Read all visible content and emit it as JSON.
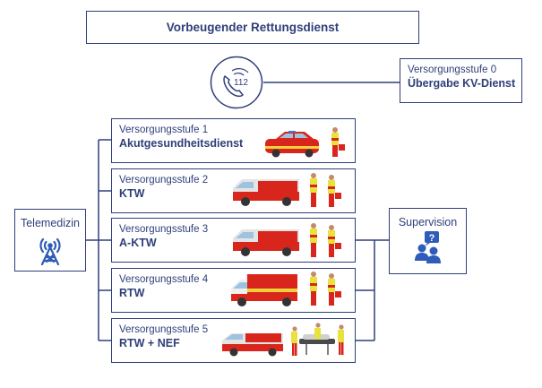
{
  "header": {
    "title": "Vorbeugender Rettungsdienst"
  },
  "phone": {
    "number": "112"
  },
  "stufe0": {
    "label": "Versorgungsstufe 0",
    "name": "Übergabe KV-Dienst"
  },
  "levels": [
    {
      "label": "Versorgungsstufe 1",
      "name": "Akutgesundheitsdienst"
    },
    {
      "label": "Versorgungsstufe 2",
      "name": "KTW"
    },
    {
      "label": "Versorgungsstufe 3",
      "name": "A-KTW"
    },
    {
      "label": "Versorgungsstufe 4",
      "name": "RTW"
    },
    {
      "label": "Versorgungsstufe 5",
      "name": "RTW + NEF"
    }
  ],
  "telemedizin": {
    "title": "Telemedizin",
    "icon": "radio-tower-icon"
  },
  "supervision": {
    "title": "Supervision",
    "icon": "people-question-icon"
  },
  "colors": {
    "primary": "#2f3f7a",
    "vehicle_red": "#d9261c",
    "reflective_yellow": "#e8e23a"
  }
}
